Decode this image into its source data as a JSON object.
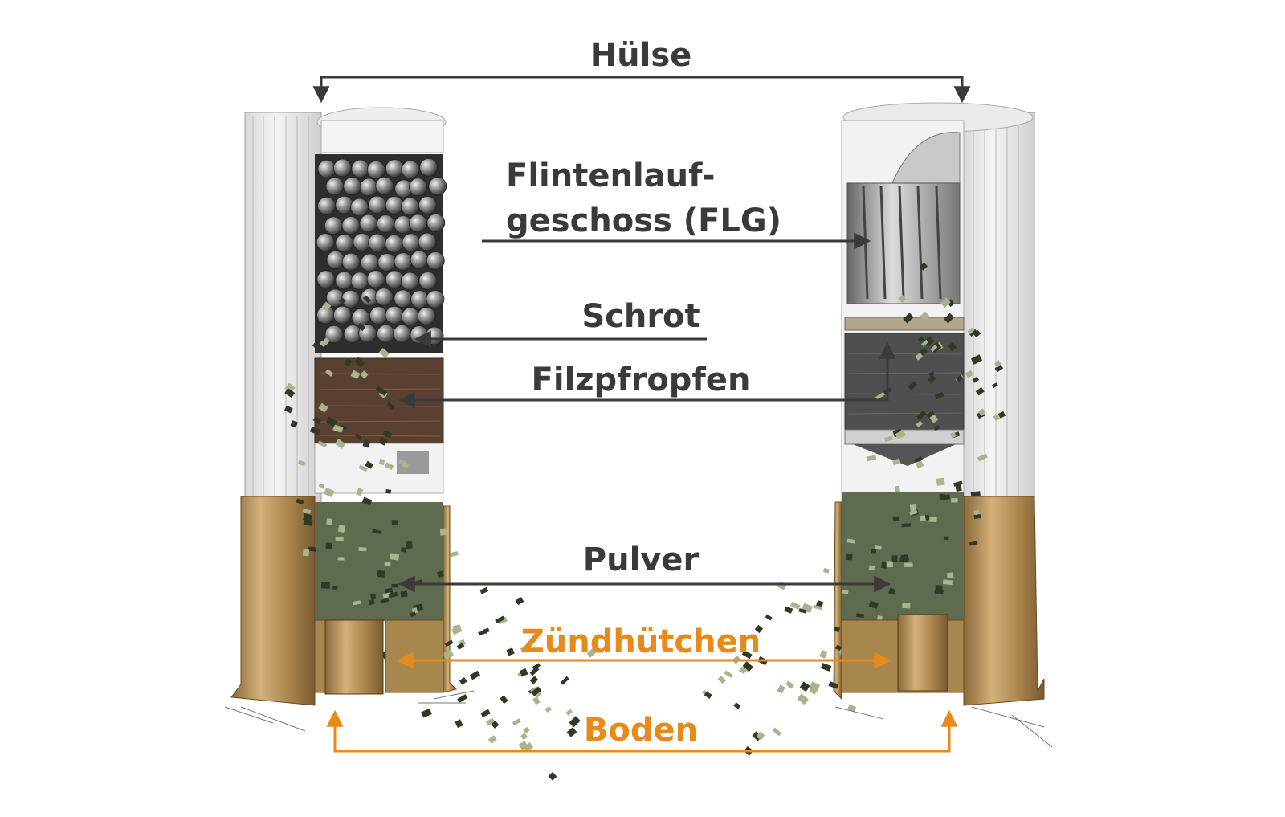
{
  "colors": {
    "label_dark": "#3a3a3a",
    "label_orange": "#e88a1a",
    "brass": "#b08a55",
    "wad_felt": "#5a4030",
    "powder": "#7a8a6a",
    "shot": "#8a8a8a"
  },
  "labels": {
    "huelse": "Hülse",
    "flg": "Flintenlauf-",
    "flg_2": "geschoss (FLG)",
    "schrot": "Schrot",
    "filzpfropfen": "Filzpfropfen",
    "pulver": "Pulver",
    "zuendhuetchen": "Zündhütchen",
    "boden": "Boden"
  }
}
